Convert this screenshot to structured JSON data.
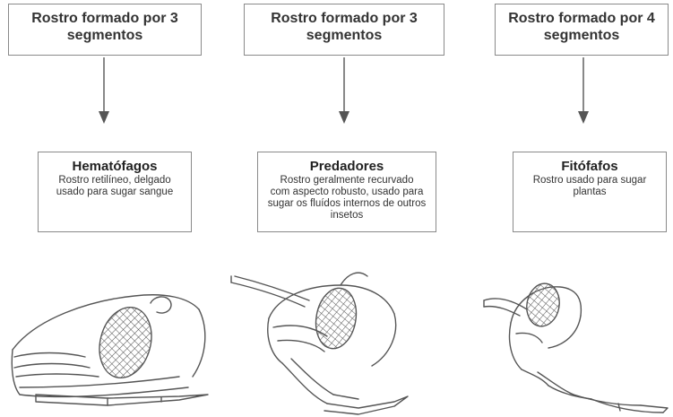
{
  "columns": [
    {
      "segments": [
        "Rostro formado por 3",
        "segmentos"
      ],
      "group": "Hematófagos",
      "description": [
        "Rostro retilíneo, delgado",
        "usado para sugar sangue"
      ]
    },
    {
      "segments": [
        "Rostro formado por 3",
        "segmentos"
      ],
      "group": "Predadores",
      "description": [
        "Rostro geralmente recurvado",
        "com aspecto robusto, usado para",
        "sugar os fluídos internos de outros",
        "insetos"
      ]
    },
    {
      "segments": [
        "Rostro formado por 4",
        "segmentos"
      ],
      "group": "Fitófafos",
      "description": [
        "Rostro usado para sugar",
        "plantas"
      ]
    }
  ],
  "colors": {
    "stroke": "#555555",
    "box_border": "#8a8a8a",
    "text": "#2b2b2b"
  }
}
